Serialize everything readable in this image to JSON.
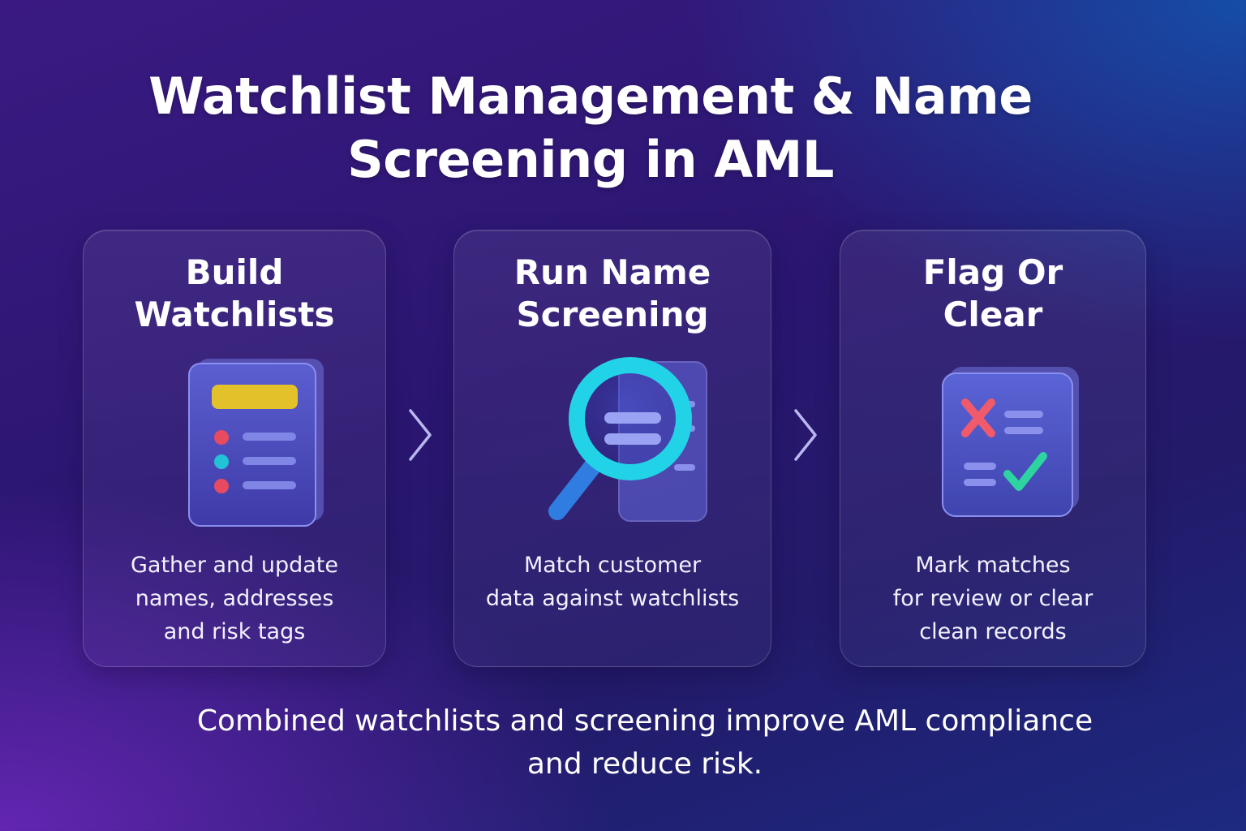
{
  "header": {
    "title_line1": "Watchlist Management & Name",
    "title_line2": "Screening in AML"
  },
  "steps": [
    {
      "title_line1": "Build",
      "title_line2": "Watchlists",
      "desc_line1": "Gather and update",
      "desc_line2": "names, addresses",
      "desc_line3": "and risk tags",
      "icon": "watchlist-document-icon"
    },
    {
      "title_line1": "Run Name",
      "title_line2": "Screening",
      "desc_line1": "Match customer",
      "desc_line2": "data against watchlists",
      "icon": "magnifying-glass-icon"
    },
    {
      "title_line1": "Flag Or",
      "title_line2": "Clear",
      "desc_line1": "Mark matches",
      "desc_line2": "for review or clear",
      "desc_line3": "clean records",
      "icon": "flag-clear-checklist-icon"
    }
  ],
  "arrows": [
    "chevron-right-icon",
    "chevron-right-icon"
  ],
  "footer": {
    "line1": "Combined watchlists and screening improve AML compliance",
    "line2": "and reduce risk."
  },
  "colors": {
    "accent_yellow": "#e2c12a",
    "dot_red": "#e84a5f",
    "dot_teal": "#22c3d6",
    "magnifier_cyan": "#22d3e8",
    "cross_red": "#f05a6a",
    "check_green": "#2dd4a0"
  }
}
